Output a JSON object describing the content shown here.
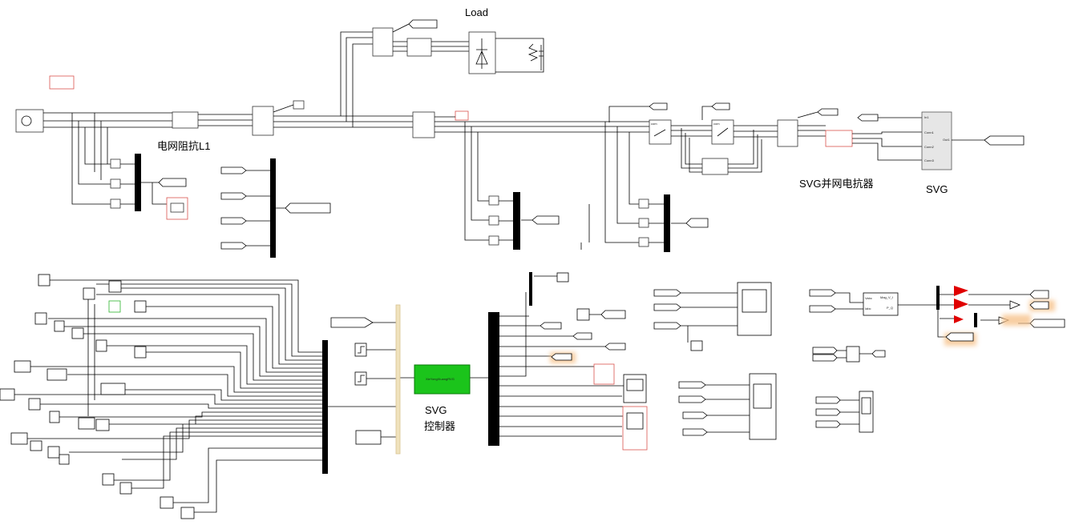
{
  "labels": {
    "load": "Load",
    "grid_impedance": "电网阻抗L1",
    "svg_reactor": "SVG并网电抗器",
    "svg": "SVG",
    "svg_controller_line1": "SVG",
    "svg_controller_line2": "控制器"
  },
  "block_text": {
    "controller_subsystem": "XieYongXiuangRVG",
    "svg_in1": "In1",
    "svg_conn1": "Conn1",
    "svg_conn2": "Conn2",
    "svg_conn3": "Conn3",
    "svg_out1": "Out1",
    "meas_vabc": "Vabc",
    "meas_iabc": "Iabc",
    "meas_mag": "Mag_V_I",
    "meas_pq": "P_Q",
    "breaker_com": "com"
  },
  "colors": {
    "line": "#000000",
    "block_border": "#333333",
    "controller_fill": "#1bc41b",
    "highlight_red": "#d9534f",
    "mux_bar": "#000000",
    "glow": "#f7c38c",
    "triangle_red": "#e00000",
    "tan_bar": "#f0e2bd"
  }
}
